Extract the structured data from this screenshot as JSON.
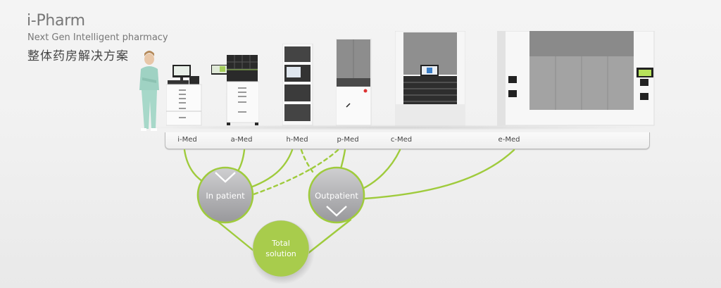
{
  "header": {
    "title": "i-Pharm",
    "subtitle": "Next Gen Intelligent pharmacy",
    "subtitle_cn": "整体药房解决方案"
  },
  "machines": [
    {
      "label": "i-Med"
    },
    {
      "label": "a-Med"
    },
    {
      "label": "h-Med"
    },
    {
      "label": "p-Med"
    },
    {
      "label": "c-Med"
    },
    {
      "label": "e-Med"
    }
  ],
  "nodes": {
    "inpatient": {
      "label": "In patient",
      "icon": "chevron-down-icon"
    },
    "outpatient": {
      "label": "Outpatient",
      "icon": "chevron-down-icon"
    },
    "total": {
      "label_line1": "Total",
      "label_line2": "solution"
    }
  },
  "connections": [
    {
      "from": "i-Med",
      "to": "In patient",
      "style": "solid"
    },
    {
      "from": "a-Med",
      "to": "In patient",
      "style": "solid"
    },
    {
      "from": "h-Med",
      "to": "In patient",
      "style": "solid"
    },
    {
      "from": "h-Med",
      "to": "Outpatient",
      "style": "dashed"
    },
    {
      "from": "p-Med",
      "to": "In patient",
      "style": "dashed"
    },
    {
      "from": "p-Med",
      "to": "Outpatient",
      "style": "solid"
    },
    {
      "from": "c-Med",
      "to": "Outpatient",
      "style": "solid"
    },
    {
      "from": "e-Med",
      "to": "Outpatient",
      "style": "solid"
    },
    {
      "from": "In patient",
      "to": "Total solution",
      "style": "solid"
    },
    {
      "from": "Outpatient",
      "to": "Total solution",
      "style": "solid"
    }
  ],
  "colors": {
    "accent_green": "#9fcb3c",
    "node_gray": "#a7a7a9",
    "total_green": "#a8cc4c"
  }
}
